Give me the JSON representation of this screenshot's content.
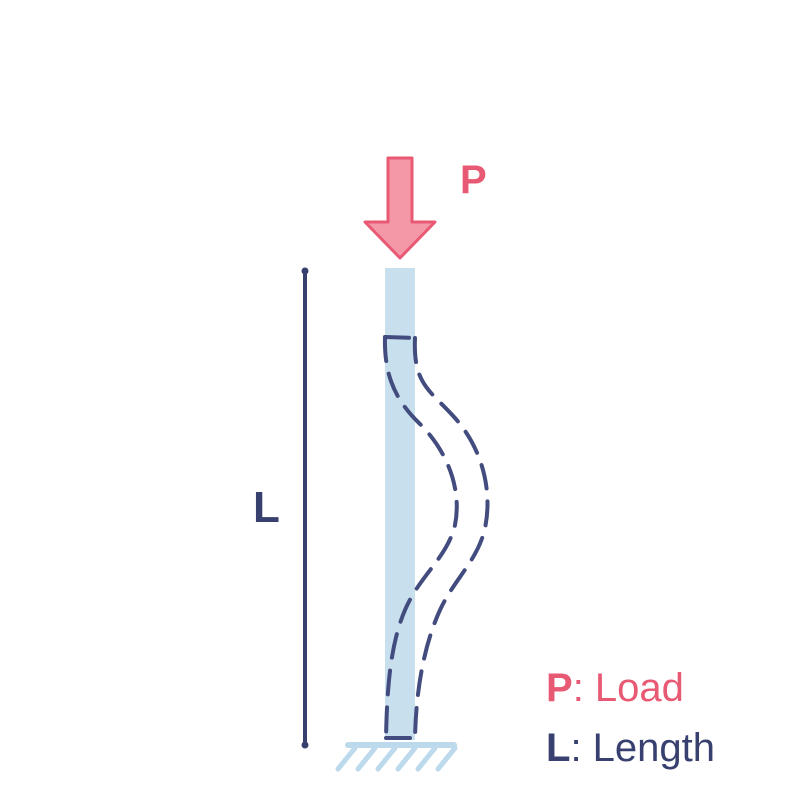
{
  "labels": {
    "load_symbol": "P",
    "length_symbol": "L"
  },
  "legend": {
    "items": [
      {
        "symbol": "P",
        "separator": ":",
        "text": " Load"
      },
      {
        "symbol": "L",
        "separator": ":",
        "text": " Length"
      }
    ]
  },
  "icons": {
    "load": "arrow-down-icon",
    "support": "fixed-support-icon"
  },
  "colors": {
    "load": "#E85A73",
    "load_fill": "#F498A8",
    "column": "#C8DFEE",
    "support": "#BDD9EC",
    "ink": "#37406E"
  }
}
